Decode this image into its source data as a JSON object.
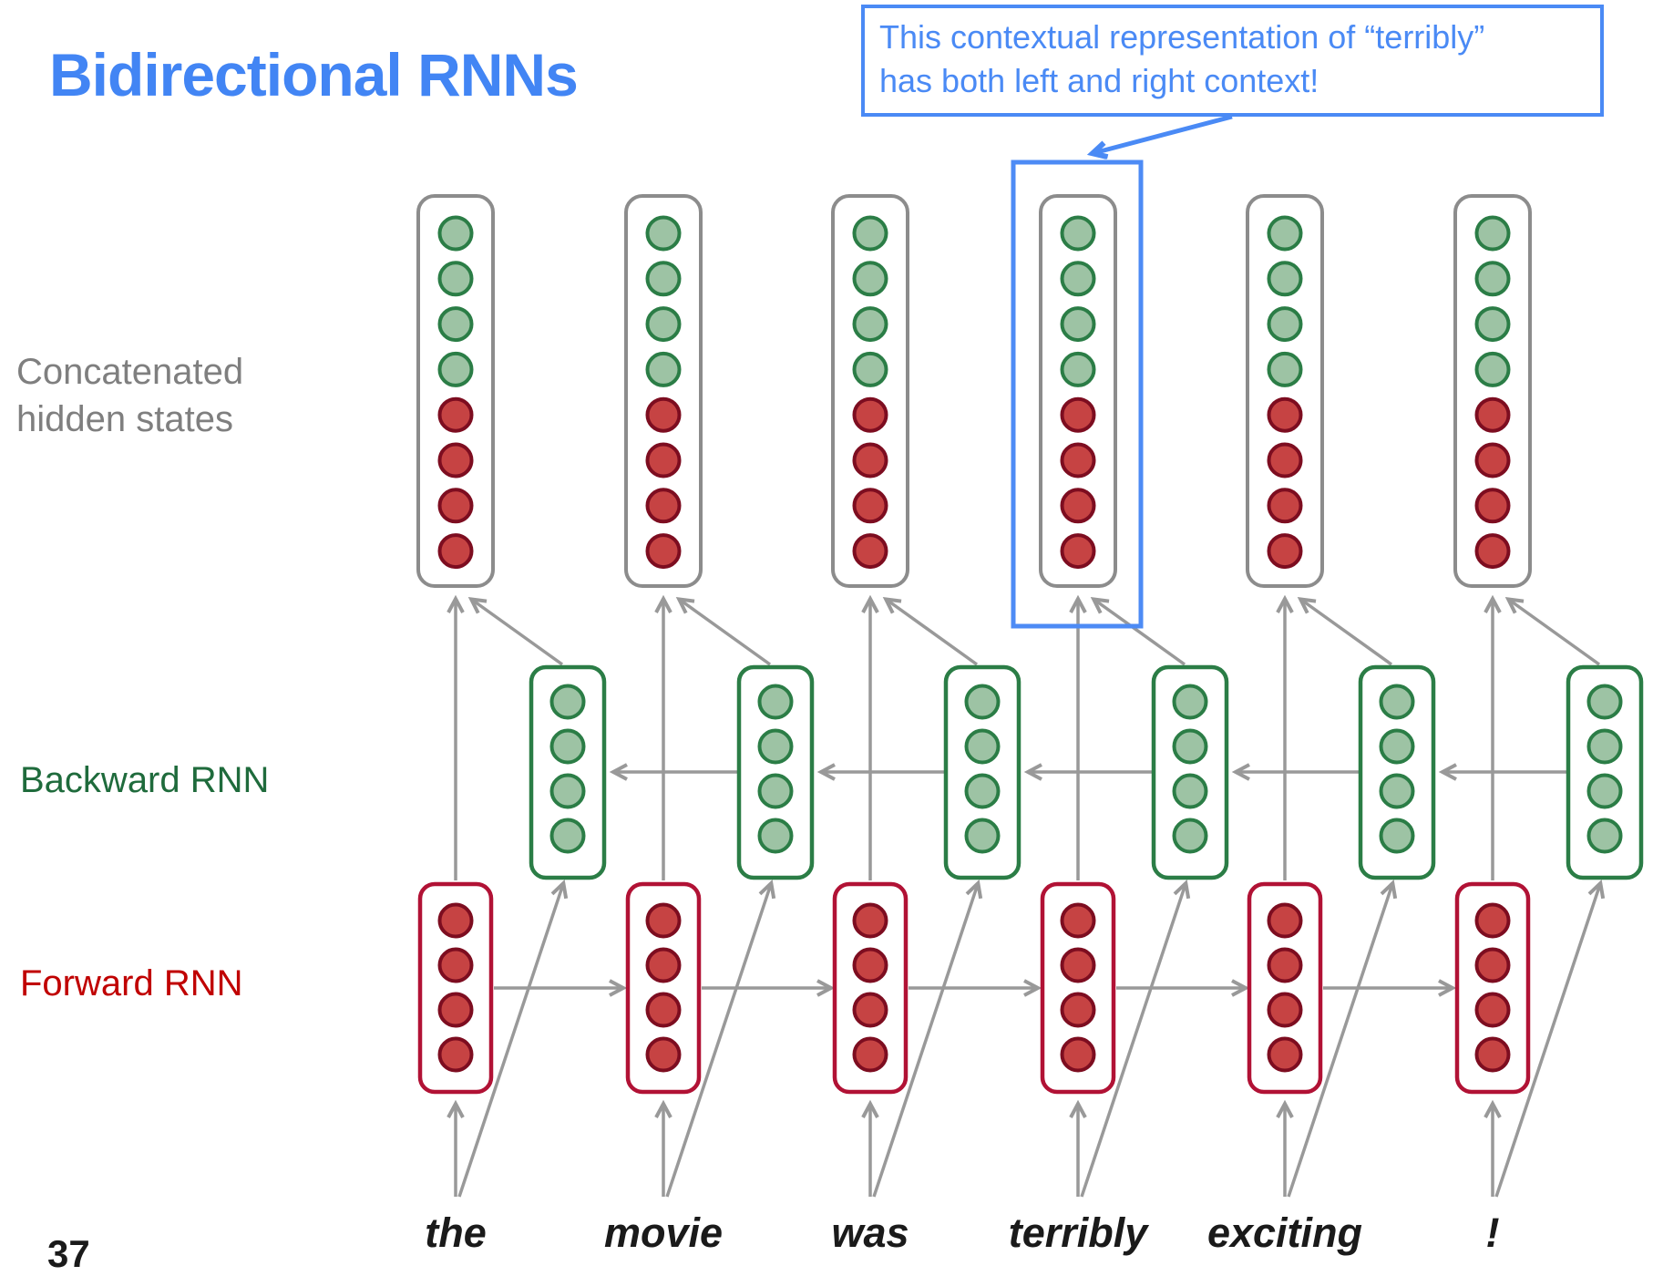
{
  "slide": {
    "title": "Bidirectional RNNs",
    "page_number": "37",
    "callout": {
      "line1": "This contextual representation of “terribly”",
      "line2": "has both left and right context!"
    },
    "row_labels": {
      "concatenated_line1": "Concatenated",
      "concatenated_line2": "hidden states",
      "backward": "Backward RNN",
      "forward": "Forward RNN"
    }
  },
  "diagram": {
    "words": [
      "the",
      "movie",
      "was",
      "terribly",
      "exciting",
      "!"
    ],
    "highlighted_word": "terribly",
    "highlighted_word_index": 3,
    "concat_green_units": 4,
    "concat_red_units": 4,
    "backward_units": 4,
    "forward_units": 4,
    "colors": {
      "title_blue": "#4285F4",
      "callout_blue": "#4A8AF5",
      "highlight_blue": "#4D8BF5",
      "box_gray": "#8C8C8C",
      "arrow_gray": "#999999",
      "green_border": "#2B7D46",
      "green_fill": "#9DC3A4",
      "red_border": "#B11235",
      "red_circle_border": "#7D0D20",
      "red_fill": "#C64343",
      "label_gray": "#7F7F7F",
      "label_green": "#1F6B3C",
      "label_red": "#C00000",
      "word_black": "#1A1A1A"
    }
  }
}
